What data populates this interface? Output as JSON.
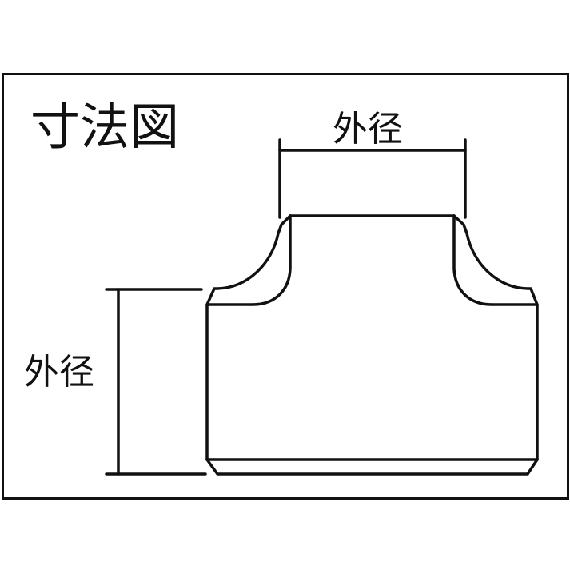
{
  "diagram": {
    "title": "寸法図",
    "dimensions": {
      "top_label": "外径",
      "left_label": "外径"
    },
    "part": "tee-fitting",
    "colors": {
      "line": "#111111",
      "background": "#ffffff"
    }
  }
}
